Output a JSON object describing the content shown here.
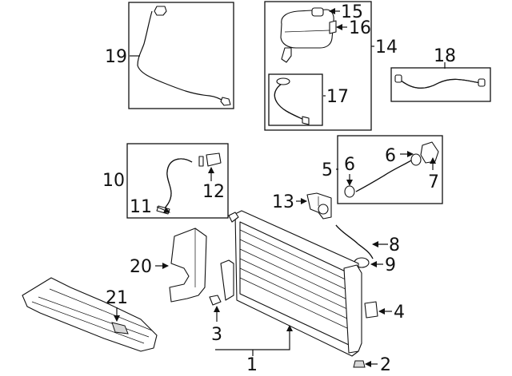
{
  "labels": {
    "n1": "1",
    "n2": "2",
    "n3": "3",
    "n4": "4",
    "n5": "5",
    "n6a": "6",
    "n6b": "6",
    "n7": "7",
    "n8": "8",
    "n9": "9",
    "n10": "10",
    "n11": "11",
    "n12": "12",
    "n13": "13",
    "n14": "14",
    "n15": "15",
    "n16": "16",
    "n17": "17",
    "n18": "18",
    "n19": "19",
    "n20": "20",
    "n21": "21"
  }
}
